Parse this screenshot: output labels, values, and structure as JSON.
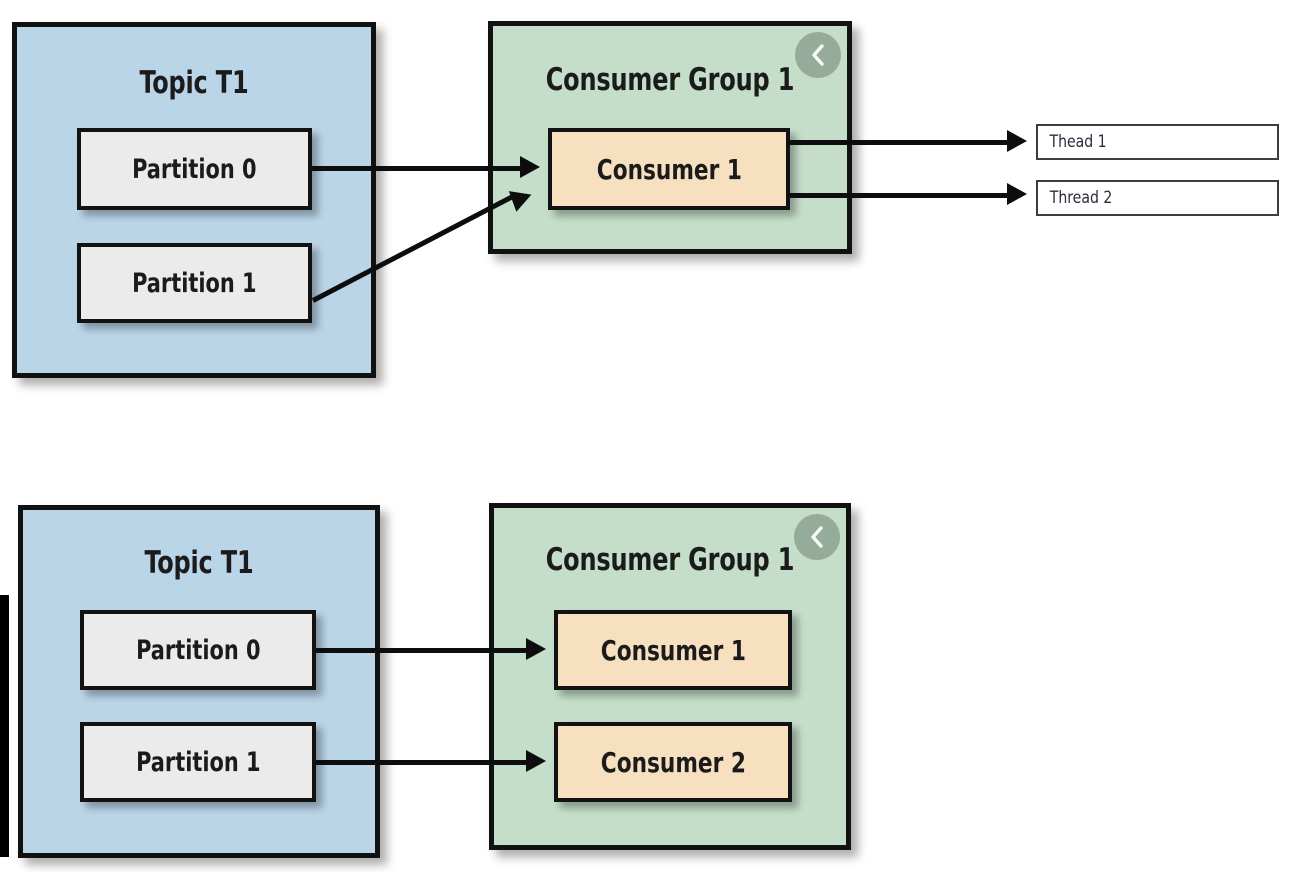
{
  "figure": {
    "title": "Kafka consumer group and partition assignment diagrams",
    "colors": {
      "topic_fill": "#bad4e8",
      "group_fill": "#c4dec9",
      "partition_fill": "#ebebeb",
      "consumer_fill": "#f7e0bf",
      "thread_fill": "#ffffff",
      "outline": "#111111",
      "badge_fill": "#8fa694",
      "thread_text": "#2b2b3d"
    }
  },
  "diagram_top": {
    "topic": {
      "title": "Topic T1",
      "partitions": [
        {
          "label": "Partition 0"
        },
        {
          "label": "Partition 1"
        }
      ]
    },
    "group": {
      "title": "Consumer Group 1",
      "badge_icon": "chevron-left-icon",
      "consumers": [
        {
          "label": "Consumer 1"
        }
      ]
    },
    "threads": [
      {
        "label": "Thead 1"
      },
      {
        "label": "Thread 2"
      }
    ],
    "connections": [
      {
        "from": "Partition 0",
        "to": "Consumer 1",
        "style": "straight"
      },
      {
        "from": "Partition 1",
        "to": "Consumer 1",
        "style": "diagonal"
      },
      {
        "from": "Consumer 1",
        "to": "Thead 1",
        "style": "straight"
      },
      {
        "from": "Consumer 1",
        "to": "Thread 2",
        "style": "straight"
      }
    ]
  },
  "diagram_bottom": {
    "topic": {
      "title": "Topic T1",
      "partitions": [
        {
          "label": "Partition 0"
        },
        {
          "label": "Partition 1"
        }
      ]
    },
    "group": {
      "title": "Consumer Group 1",
      "badge_icon": "chevron-left-icon",
      "consumers": [
        {
          "label": "Consumer 1"
        },
        {
          "label": "Consumer 2"
        }
      ]
    },
    "connections": [
      {
        "from": "Partition 0",
        "to": "Consumer 1",
        "style": "straight"
      },
      {
        "from": "Partition 1",
        "to": "Consumer 2",
        "style": "straight"
      }
    ]
  }
}
